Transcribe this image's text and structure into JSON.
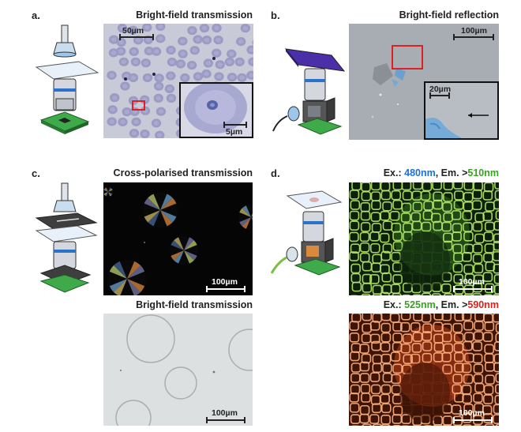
{
  "panels": {
    "a": {
      "label": "a.",
      "title": "Bright-field transmission",
      "scale_main": "50µm",
      "scale_inset": "5µm"
    },
    "b": {
      "label": "b.",
      "title": "Bright-field reflection",
      "scale_main": "100µm",
      "scale_inset": "20µm"
    },
    "c": {
      "label": "c.",
      "title_top": "Cross-polarised transmission",
      "title_bottom": "Bright-field transmission",
      "scale_top": "100µm",
      "scale_bottom": "100µm"
    },
    "d": {
      "label": "d.",
      "top": {
        "ex_prefix": "Ex.: ",
        "ex": "480nm",
        "em_prefix": ", Em. >",
        "em": "510nm"
      },
      "bottom": {
        "ex_prefix": "Ex.: ",
        "ex": "525nm",
        "em_prefix": ", Em. >",
        "em": "590nm"
      },
      "scale_top": "100µm",
      "scale_bottom": "100µm"
    }
  },
  "colors": {
    "ex_blue": "#1f6fd1",
    "ex_green": "#3aa321",
    "em_red": "#e0211a",
    "highlight": "#e02020"
  }
}
